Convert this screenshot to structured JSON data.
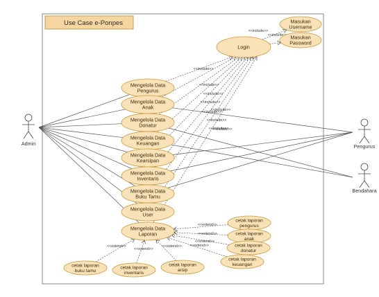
{
  "diagram": {
    "title": "Use Case e-Ponpes",
    "colors": {
      "usecase_fill": "#f9e2b8",
      "usecase_stroke": "#c79a3e",
      "title_fill": "#f6d6a0",
      "frame": "#8a8a8a",
      "line": "#555555"
    },
    "actors": [
      {
        "id": "admin",
        "label": "Admin"
      },
      {
        "id": "pengurus",
        "label": "Pengurus"
      },
      {
        "id": "bendahara",
        "label": "Bendahara"
      }
    ],
    "use_cases": [
      {
        "id": "login",
        "lines": [
          "Login"
        ]
      },
      {
        "id": "username",
        "lines": [
          "Masukan",
          "Username"
        ]
      },
      {
        "id": "password",
        "lines": [
          "Masukan",
          "Password"
        ]
      },
      {
        "id": "pengurus",
        "lines": [
          "Mengelola Data",
          "Pengurus"
        ]
      },
      {
        "id": "anak",
        "lines": [
          "Mengelola Data",
          "Anak"
        ]
      },
      {
        "id": "donatur",
        "lines": [
          "Mengelola Data",
          "Donatur"
        ]
      },
      {
        "id": "keuangan",
        "lines": [
          "Mengelola Data",
          "Keuangan"
        ]
      },
      {
        "id": "kearsipan",
        "lines": [
          "Mengelola Data",
          "Kearsipan"
        ]
      },
      {
        "id": "inventaris",
        "lines": [
          "Mengelola Data",
          "Inventaris"
        ]
      },
      {
        "id": "bukutamu",
        "lines": [
          "Mengelola Data",
          "Buku Tamu"
        ]
      },
      {
        "id": "user",
        "lines": [
          "Mengelola Data",
          "User"
        ]
      },
      {
        "id": "laporan",
        "lines": [
          "Mengelola Data",
          "Laporan"
        ]
      },
      {
        "id": "lap_pengurus",
        "lines": [
          "cetak laporan",
          "pengurus"
        ]
      },
      {
        "id": "lap_anak",
        "lines": [
          "cetak laporan",
          "anak"
        ]
      },
      {
        "id": "lap_donatur",
        "lines": [
          "cetak laporan",
          "donatur"
        ]
      },
      {
        "id": "lap_keuangan",
        "lines": [
          "cetak laporan",
          "keuangan"
        ]
      },
      {
        "id": "lap_arsip",
        "lines": [
          "cetak laporan",
          "arsip"
        ]
      },
      {
        "id": "lap_inventaris",
        "lines": [
          "cetak laporan",
          "inventaris"
        ]
      },
      {
        "id": "lap_bukutamu",
        "lines": [
          "cetak laporan",
          "buku tamu"
        ]
      }
    ],
    "associations": [
      [
        "admin",
        "pengurus"
      ],
      [
        "admin",
        "anak"
      ],
      [
        "admin",
        "donatur"
      ],
      [
        "admin",
        "keuangan"
      ],
      [
        "admin",
        "kearsipan"
      ],
      [
        "admin",
        "inventaris"
      ],
      [
        "admin",
        "bukutamu"
      ],
      [
        "admin",
        "user"
      ],
      [
        "admin",
        "laporan"
      ],
      [
        "pengurus",
        "anak"
      ],
      [
        "pengurus",
        "kearsipan"
      ],
      [
        "pengurus",
        "inventaris"
      ],
      [
        "pengurus",
        "bukutamu"
      ],
      [
        "bendahara",
        "donatur"
      ],
      [
        "bendahara",
        "keuangan"
      ]
    ],
    "includes": [
      {
        "from": "login",
        "to": "username",
        "label": "<<include>>"
      },
      {
        "from": "login",
        "to": "password",
        "label": "<<include>>"
      },
      {
        "from": "pengurus",
        "to": "login",
        "label": "<<include>>"
      },
      {
        "from": "anak",
        "to": "login",
        "label": "<<include>>"
      },
      {
        "from": "donatur",
        "to": "login",
        "label": "<<include>>"
      },
      {
        "from": "keuangan",
        "to": "login",
        "label": "<<include>>"
      },
      {
        "from": "kearsipan",
        "to": "login",
        "label": "<<include>>"
      },
      {
        "from": "inventaris",
        "to": "login",
        "label": "<<include>>"
      },
      {
        "from": "bukutamu",
        "to": "login",
        "label": "<<include>>"
      },
      {
        "from": "user",
        "to": "login",
        "label": "<<include>>"
      },
      {
        "from": "laporan",
        "to": "login",
        "label": "<<include>>"
      }
    ],
    "extends": [
      {
        "from": "lap_pengurus",
        "to": "laporan",
        "label": "<<extend>>"
      },
      {
        "from": "lap_anak",
        "to": "laporan",
        "label": "<<extend>>"
      },
      {
        "from": "lap_donatur",
        "to": "laporan",
        "label": "<<extend>>"
      },
      {
        "from": "lap_keuangan",
        "to": "laporan",
        "label": "<<extend>>"
      },
      {
        "from": "lap_arsip",
        "to": "laporan",
        "label": "<<extend>>"
      },
      {
        "from": "lap_inventaris",
        "to": "laporan",
        "label": "<<extend>>"
      },
      {
        "from": "lap_bukutamu",
        "to": "laporan",
        "label": "<<extend>>"
      }
    ]
  }
}
